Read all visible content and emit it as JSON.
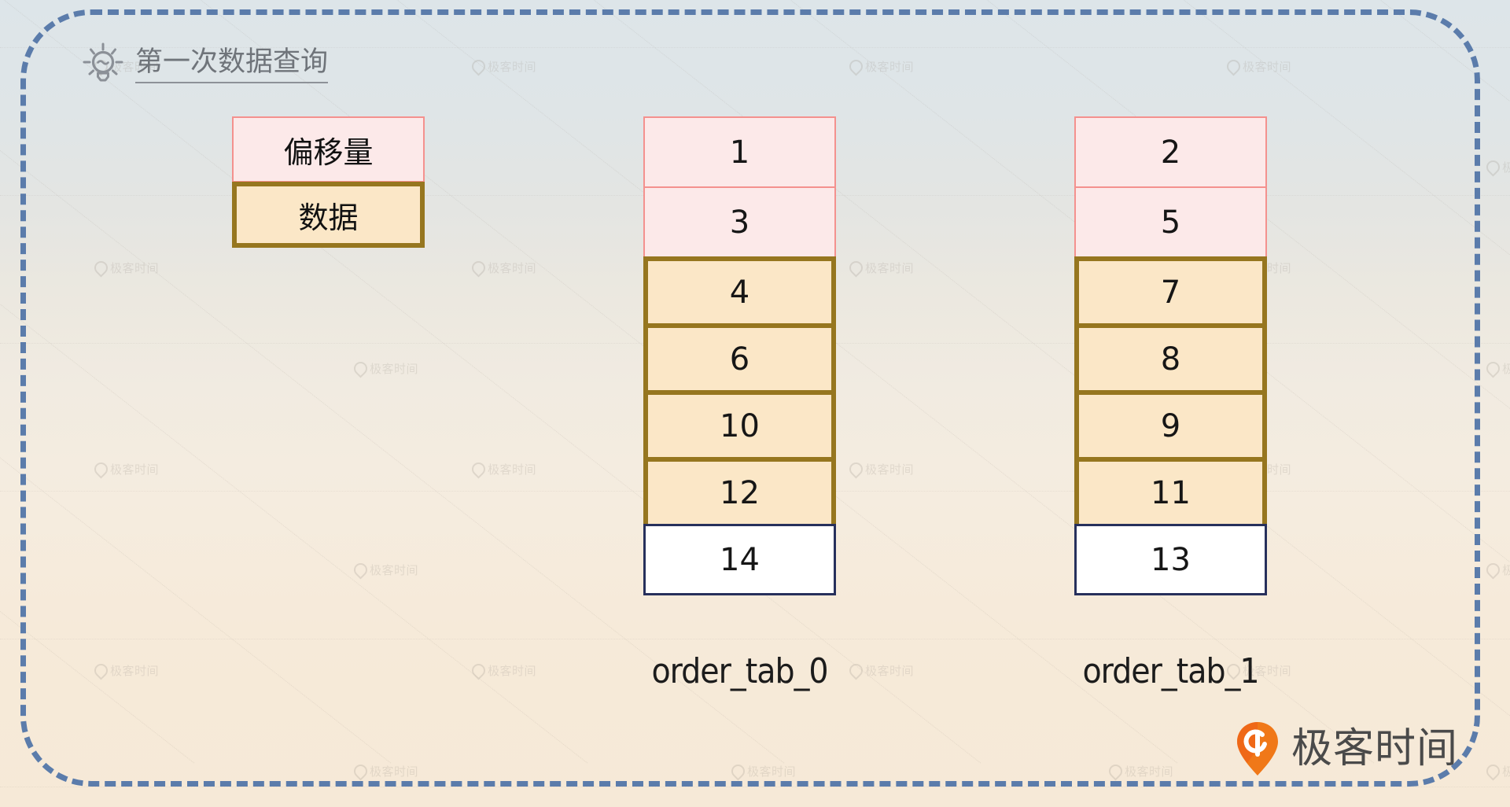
{
  "frame": {
    "border_color": "#5b7cab",
    "style": "dashed-rounded"
  },
  "header": {
    "icon": "lightbulb-icon",
    "title": "第一次数据查询"
  },
  "legend": {
    "offset": {
      "label": "偏移量",
      "fill": "#fce9e9",
      "border": "#f4918e"
    },
    "data": {
      "label": "数据",
      "fill": "#fbe7c7",
      "border": "#96761f"
    }
  },
  "tables": [
    {
      "name": "order_tab_0",
      "label": "order_tab_0",
      "rows": [
        {
          "value": "1",
          "kind": "offset"
        },
        {
          "value": "3",
          "kind": "offset"
        },
        {
          "value": "4",
          "kind": "data"
        },
        {
          "value": "6",
          "kind": "data"
        },
        {
          "value": "10",
          "kind": "data"
        },
        {
          "value": "12",
          "kind": "data"
        },
        {
          "value": "14",
          "kind": "plain"
        }
      ]
    },
    {
      "name": "order_tab_1",
      "label": "order_tab_1",
      "rows": [
        {
          "value": "2",
          "kind": "offset"
        },
        {
          "value": "5",
          "kind": "offset"
        },
        {
          "value": "7",
          "kind": "data"
        },
        {
          "value": "8",
          "kind": "data"
        },
        {
          "value": "9",
          "kind": "data"
        },
        {
          "value": "11",
          "kind": "data"
        },
        {
          "value": "13",
          "kind": "plain"
        }
      ]
    }
  ],
  "brand": {
    "name": "极客时间",
    "mark_color": "#f07818"
  },
  "watermark": {
    "text": "极客时间"
  },
  "colors": {
    "offset_fill": "#fce9e9",
    "offset_border": "#f4918e",
    "data_fill": "#fbe7c7",
    "data_border": "#96761f",
    "plain_fill": "#ffffff",
    "plain_border": "#27305c",
    "frame": "#5b7cab",
    "title_text": "#6f747a"
  }
}
